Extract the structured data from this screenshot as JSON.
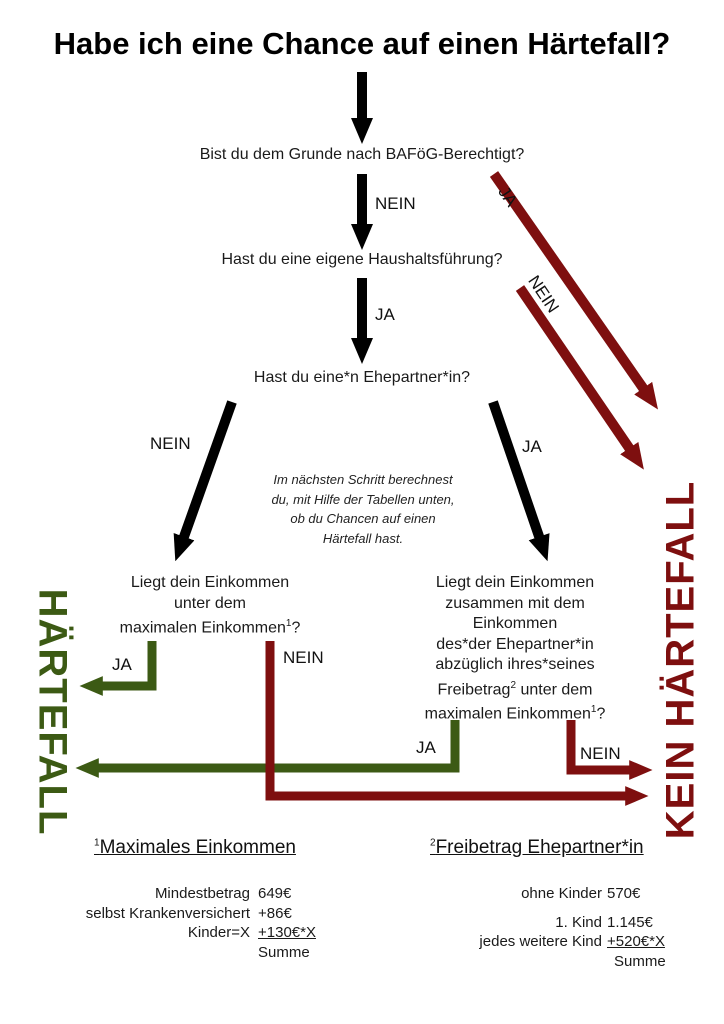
{
  "title": "Habe ich eine Chance auf einen Härtefall?",
  "questions": {
    "q1": "Bist du dem Grunde nach BAFöG-Berechtigt?",
    "q2": "Hast du eine eigene Haushaltsführung?",
    "q3": "Hast du eine*n Ehepartner*in?",
    "q4_lines": [
      "Liegt dein Einkommen",
      "unter dem",
      "maximalen Einkommen"
    ],
    "q4_sup": "1",
    "q4_end": "?",
    "q5_lines": [
      "Liegt dein Einkommen",
      "zusammen mit dem",
      "Einkommen",
      "des*der Ehepartner*in",
      "abzüglich ihres*seines"
    ],
    "q5_line6_a": "Freibetrag",
    "q5_line6_sup": "2",
    "q5_line6_b": " unter dem",
    "q5_line7_a": "maximalen Einkommen",
    "q5_line7_sup": "1",
    "q5_line7_b": "?"
  },
  "labels": {
    "ja": "JA",
    "nein": "NEIN"
  },
  "note_lines": [
    "Im nächsten Schritt berechnest",
    "du, mit Hilfe der Tabellen unten,",
    "ob du Chancen auf einen",
    "Härtefall hast."
  ],
  "outcomes": {
    "positive": "HÄRTEFALL",
    "negative": "KEIN HÄRTEFALL"
  },
  "footnote1": {
    "sup": "1",
    "title": "Maximales Einkommen",
    "rows": [
      {
        "label": "Mindestbetrag",
        "value": "649€"
      },
      {
        "label": "selbst Krankenversichert",
        "value": "+86€"
      },
      {
        "label": "Kinder=X",
        "value": "+130€*X"
      }
    ],
    "sum": "Summe"
  },
  "footnote2": {
    "sup": "2",
    "title": "Freibetrag Ehepartner*in",
    "row1_label": "ohne Kinder",
    "row1_value": "570€",
    "row2_label": "1. Kind",
    "row2_value": "1.145€",
    "row3_label": "jedes weitere Kind",
    "row3_value": "+520€*X",
    "sum": "Summe"
  },
  "colors": {
    "black": "#000000",
    "green": "#3c5a14",
    "red": "#7e0f0f"
  }
}
